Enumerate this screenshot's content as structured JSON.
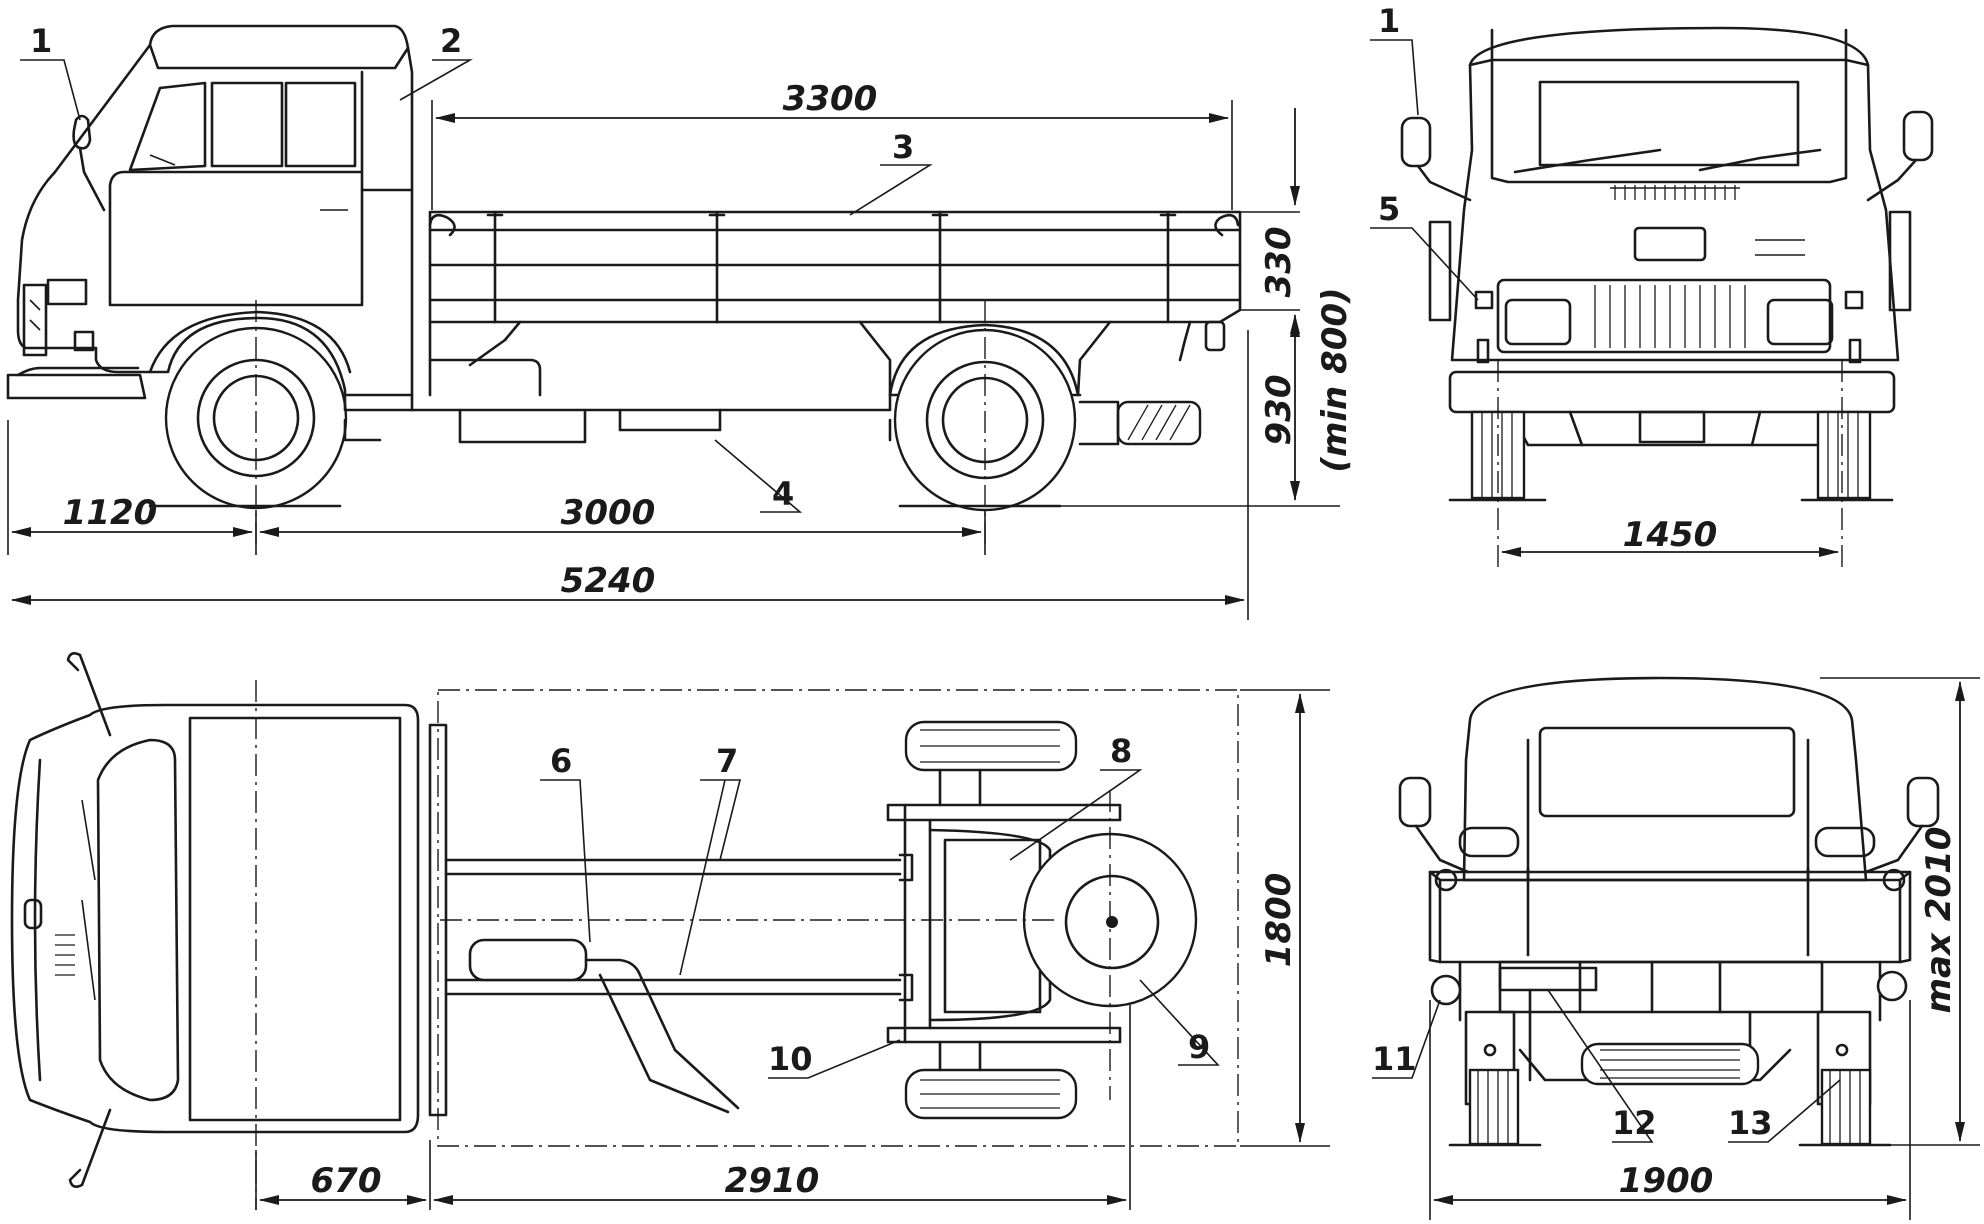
{
  "dimensions": {
    "body_length": "3300",
    "body_side_height": "330",
    "floor_height": "930",
    "floor_height_min": "(min 800)",
    "front_overhang": "1120",
    "wheelbase": "3000",
    "overall_length": "5240",
    "front_track": "1450",
    "cab_overhang_top": "670",
    "frame_length": "2910",
    "body_width": "1800",
    "overall_width": "1900",
    "max_height": "max 2010"
  },
  "callouts": [
    "1",
    "2",
    "3",
    "4",
    "5",
    "6",
    "7",
    "8",
    "9",
    "10",
    "11",
    "12",
    "13"
  ]
}
